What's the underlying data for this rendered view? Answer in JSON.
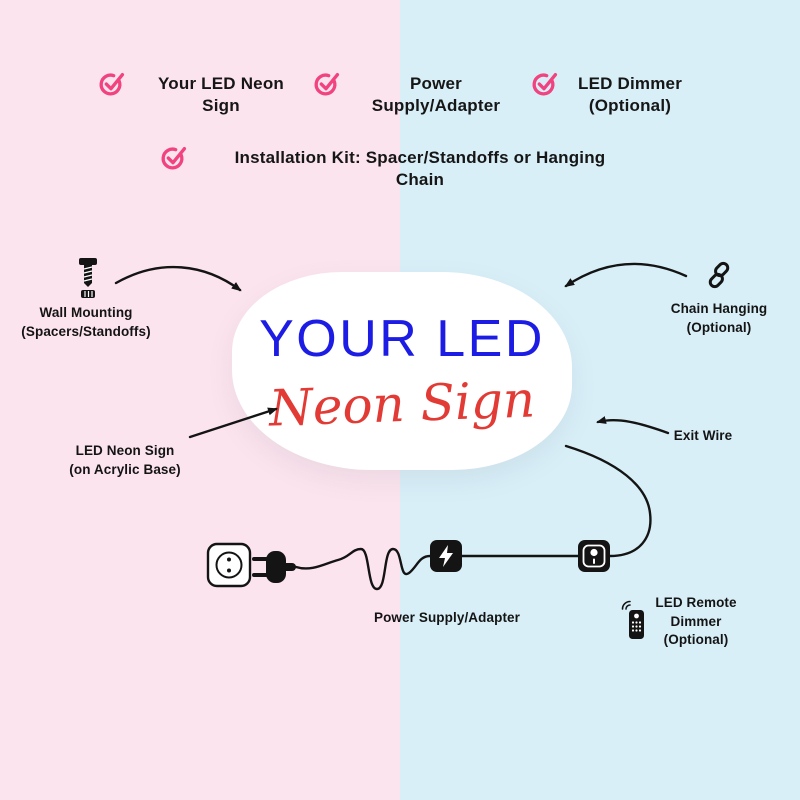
{
  "colors": {
    "background_left": "#fce4ee",
    "background_right": "#d8eff8",
    "checkmark_pink": "#f0437f",
    "sign_text_blue": "#1d1ce4",
    "sign_script_red": "#e23a34",
    "ink": "#141414"
  },
  "checklist": {
    "items": [
      {
        "lines": [
          "Your LED Neon",
          "Sign"
        ]
      },
      {
        "lines": [
          "Power",
          "Supply/Adapter"
        ]
      },
      {
        "lines": [
          "LED Dimmer",
          "(Optional)"
        ]
      },
      {
        "lines": [
          "Installation Kit: Spacer/Standoffs or Hanging",
          "Chain"
        ]
      }
    ]
  },
  "sign": {
    "line1": "YOUR LED",
    "line2": "Neon Sign"
  },
  "callouts": {
    "wall_mounting": {
      "lines": [
        "Wall Mounting",
        "(Spacers/Standoffs)"
      ]
    },
    "chain_hanging": {
      "lines": [
        "Chain Hanging",
        "(Optional)"
      ]
    },
    "led_neon_sign": {
      "lines": [
        "LED Neon Sign",
        "(on Acrylic Base)"
      ]
    },
    "exit_wire": {
      "lines": [
        "Exit Wire"
      ]
    },
    "power_supply": {
      "lines": [
        "Power Supply/Adapter"
      ]
    },
    "led_remote_dimmer": {
      "lines": [
        "LED Remote",
        "Dimmer",
        "(Optional)"
      ]
    }
  }
}
